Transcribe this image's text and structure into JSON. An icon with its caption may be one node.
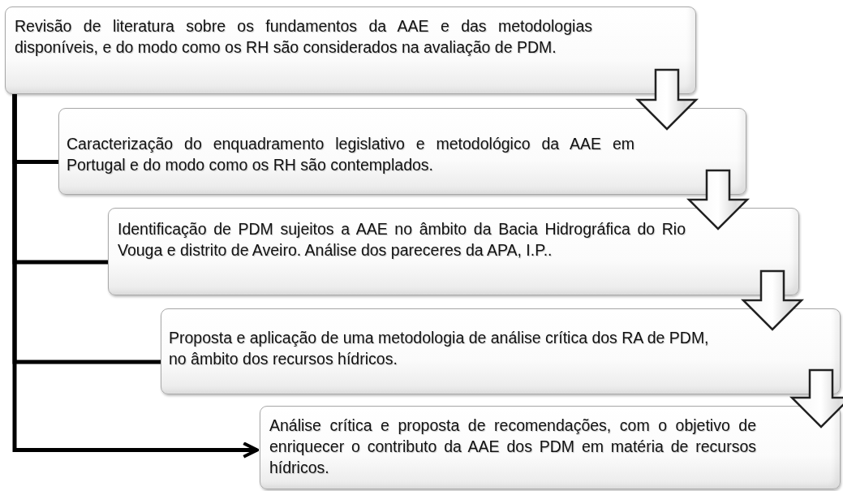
{
  "diagram": {
    "nodes": [
      {
        "text": [
          "Revisão de literatura sobre os fundamentos da AAE e das metodologias disponíveis, e do modo como os RH são considerados na avaliação de PDM."
        ]
      },
      {
        "text": [
          "Caracterização do enquadramento legislativo e metodológico da AAE em Portugal e do modo como os RH são contemplados."
        ]
      },
      {
        "text": [
          "Identificação de PDM sujeitos a AAE no âmbito da Bacia Hidrográfica do Rio Vouga e distrito de Aveiro. Análise dos pareceres da APA, I.P.."
        ]
      },
      {
        "text": [
          "Proposta e aplicação de uma metodologia de análise crítica dos RA de PDM, no âmbito dos recursos hídricos."
        ]
      },
      {
        "text": [
          "Análise crítica e proposta de recomendações, com o objetivo de enriquecer o contributo da AAE dos PDM em matéria de recursos hídricos."
        ]
      }
    ],
    "edges": [
      {
        "from": 0,
        "to": 1,
        "arrow": "to"
      },
      {
        "from": 1,
        "to": 2,
        "arrow": "to"
      },
      {
        "from": 2,
        "to": 3,
        "arrow": "to"
      },
      {
        "from": 3,
        "to": 4,
        "arrow": "to"
      },
      {
        "from": 0,
        "to": 1,
        "arrow": "none"
      },
      {
        "from": 0,
        "to": 2,
        "arrow": "none"
      },
      {
        "from": 0,
        "to": 3,
        "arrow": "none"
      },
      {
        "from": 0,
        "to": 4,
        "arrow": "to"
      }
    ]
  }
}
